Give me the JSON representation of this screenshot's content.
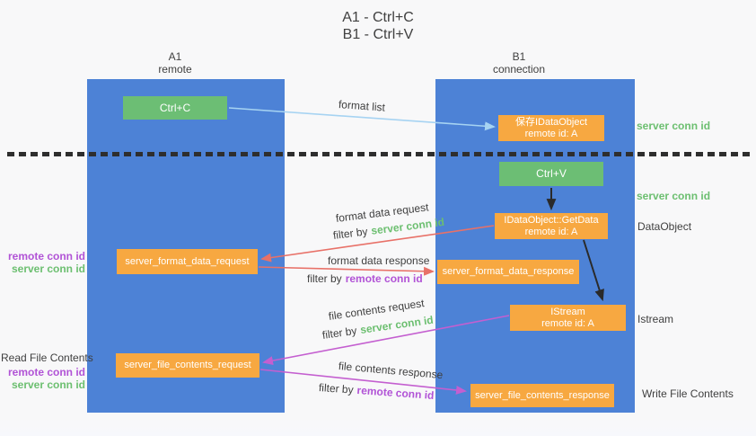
{
  "title": {
    "line1": "A1 - Ctrl+C",
    "line2": "B1 - Ctrl+V"
  },
  "columns": {
    "left": {
      "name": "A1",
      "role": "remote"
    },
    "right": {
      "name": "B1",
      "role": "connection"
    }
  },
  "boxes": {
    "ctrl_c": "Ctrl+C",
    "ctrl_v": "Ctrl+V",
    "save_idataobject": {
      "line1": "保存IDataObject",
      "line2": "remote id: A"
    },
    "getdata": {
      "line1": "IDataObject::GetData",
      "line2": "remote id: A"
    },
    "istream": {
      "line1": "IStream",
      "line2": "remote id: A"
    },
    "format_request": "server_format_data_request",
    "format_response": "server_format_data_response",
    "file_request": "server_file_contents_request",
    "file_response": "server_file_contents_response"
  },
  "arrow_labels": {
    "format_list": "format list",
    "format_data_request": "format data request",
    "format_data_response": "format data response",
    "file_contents_request": "file contents request",
    "file_contents_response": "file contents response",
    "filter_by": "filter by",
    "server_conn_id": "server conn id",
    "remote_conn_id": "remote conn id"
  },
  "side_labels": {
    "right_server_conn_id_top": "server conn id",
    "right_server_conn_id_mid": "server conn id",
    "dataobject": "DataObject",
    "istream": "Istream",
    "write_file_contents": "Write File Contents",
    "read_file_contents": "Read File Contents",
    "left_remote_conn_id_top": "remote conn id",
    "left_server_conn_id_top": "server conn id",
    "left_remote_conn_id_bottom": "remote conn id",
    "left_server_conn_id_bottom": "server conn id"
  },
  "colors": {
    "column_blue": "#4d82d6",
    "box_green": "#6cbe74",
    "box_orange": "#f7a841",
    "arrow_lightblue": "#a6d3f2",
    "arrow_salmon": "#e87168",
    "arrow_magenta": "#c45fd0",
    "arrow_black": "#2a2a2a",
    "text_green": "#6cbf70",
    "text_purple": "#b153d6"
  }
}
